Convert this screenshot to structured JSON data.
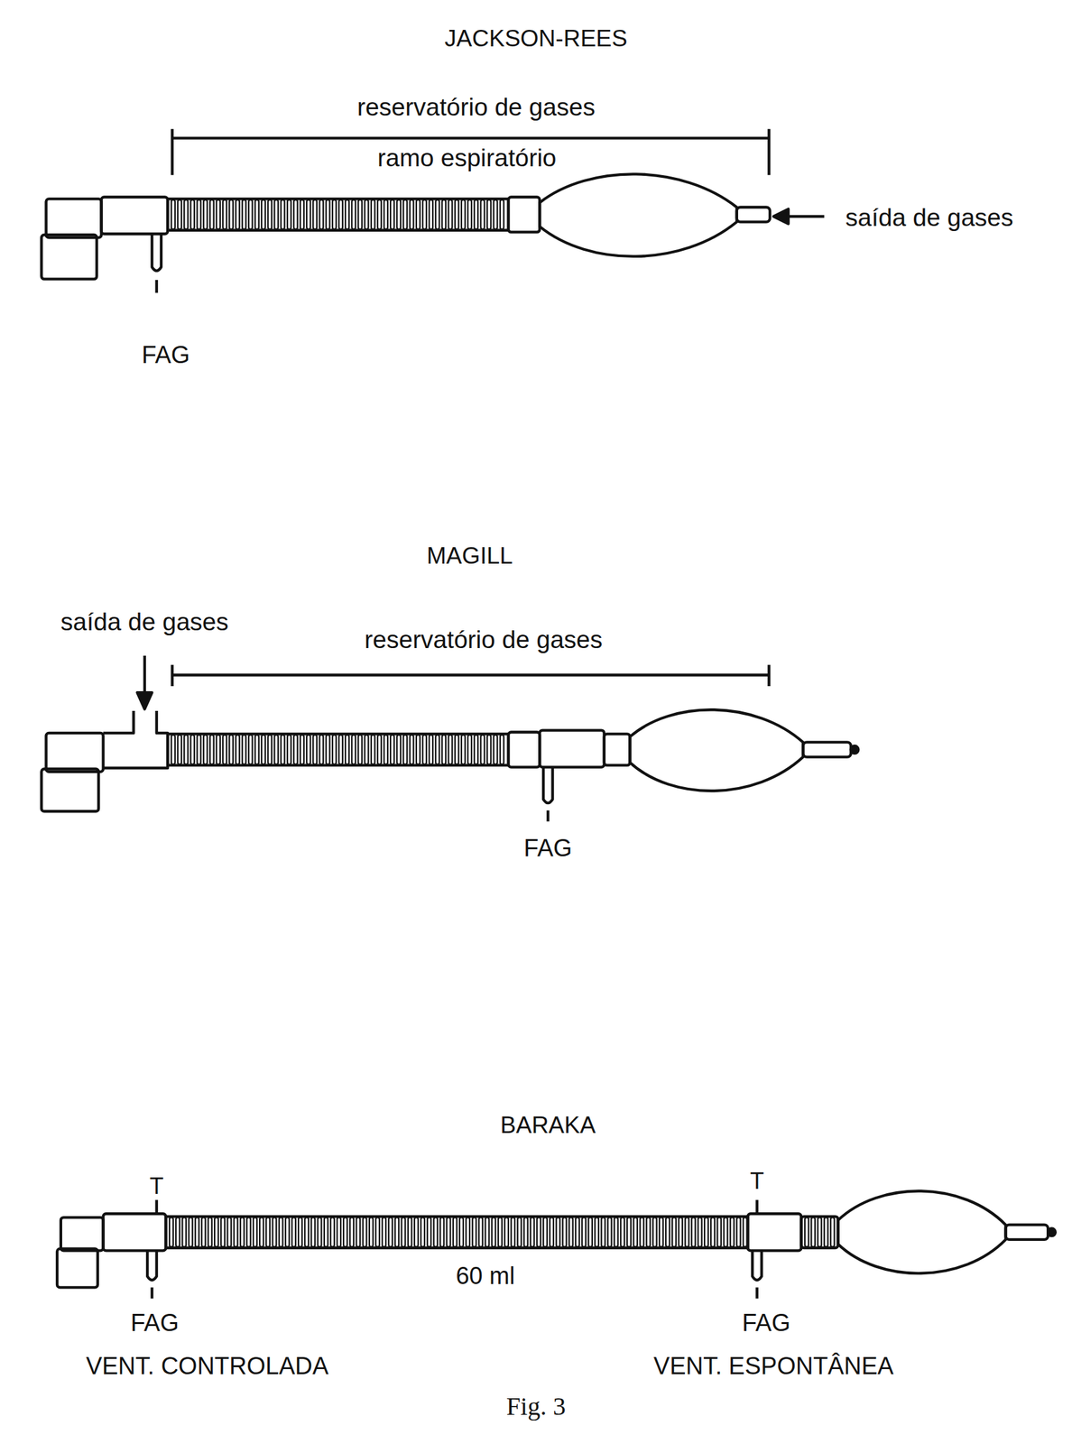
{
  "diagram": {
    "caption": "Fig. 3",
    "labels": [
      "JACKSON-REES",
      "reservatório de gases",
      "ramo espiratório",
      "saída de gases",
      "FAG",
      "MAGILL",
      "saída de gases",
      "reservatório de gases",
      "FAG",
      "BARAKA",
      "T",
      "T",
      "60 ml",
      "FAG",
      "VENT. CONTROLADA",
      "FAG",
      "VENT. ESPONTÂNEA"
    ]
  }
}
